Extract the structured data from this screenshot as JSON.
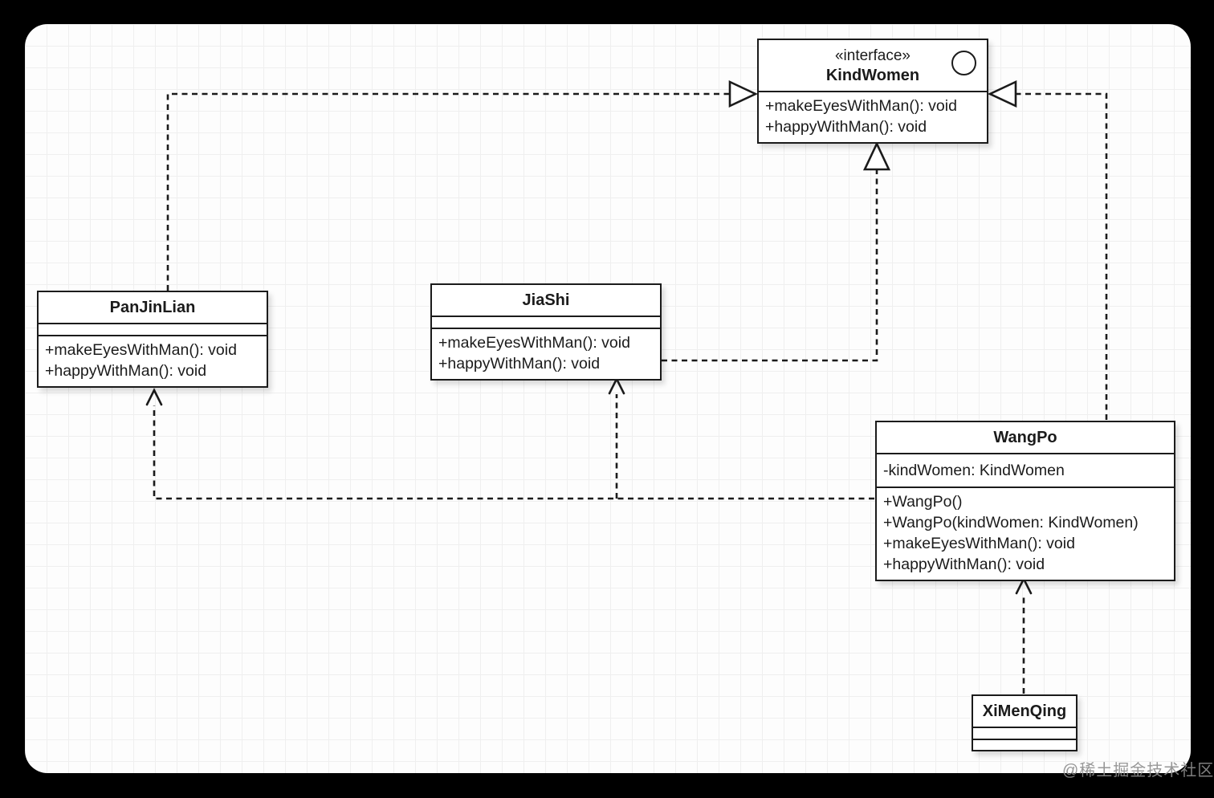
{
  "diagram": {
    "interface": {
      "stereotype": "«interface»",
      "name": "KindWomen",
      "methods": [
        "+makeEyesWithMan(): void",
        "+happyWithMan(): void"
      ]
    },
    "classes": {
      "panjinlian": {
        "name": "PanJinLian",
        "methods": [
          "+makeEyesWithMan(): void",
          "+happyWithMan(): void"
        ]
      },
      "jiashi": {
        "name": "JiaShi",
        "methods": [
          "+makeEyesWithMan(): void",
          "+happyWithMan(): void"
        ]
      },
      "wangpo": {
        "name": "WangPo",
        "attributes": [
          "-kindWomen: KindWomen"
        ],
        "methods": [
          "+WangPo()",
          "+WangPo(kindWomen: KindWomen)",
          "+makeEyesWithMan(): void",
          "+happyWithMan(): void"
        ]
      },
      "ximenqing": {
        "name": "XiMenQing"
      }
    },
    "relationships": {
      "panjinlian_realizes_kindwomen": "realization",
      "jiashi_realizes_kindwomen": "realization",
      "wangpo_realizes_kindwomen": "realization",
      "wangpo_depends_on_panjinlian_jiashi": "dependency",
      "ximenqing_depends_on_wangpo": "dependency"
    },
    "watermark": "@稀土掘金技术社区"
  }
}
